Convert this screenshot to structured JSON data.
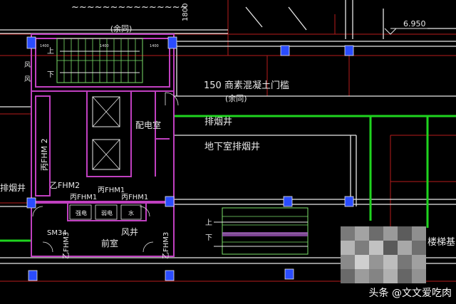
{
  "labels": {
    "top_elev": "6.950",
    "top_num": "1800",
    "beige_top": "(余同)",
    "door_desc": "150 商素混凝土门槛",
    "door_desc_same": "(余同)",
    "exhaust_shaft": "排烟井",
    "basement_shaft": "地下室排烟井",
    "power_room": "配电室",
    "left_shaft": "排烟井",
    "fhm2_vert": "丙FHM 2",
    "fhm2_b": "乙FHM2",
    "fhm1_a": "丙FHM1",
    "fhm1_b": "丙FHM1",
    "fhm1_c": "丙FHM1",
    "strong_elec": "强电",
    "weak_elec": "弱电",
    "water": "水",
    "sm34": "SM34",
    "front_room": "前室",
    "wind_shaft": "风井",
    "fhm3_left": "乙FHM3",
    "fhm3_right": "乙FHM3",
    "stair_up": "上",
    "stair_down": "下",
    "stair2_up": "上",
    "stair2_down": "下",
    "right_partial": "楼梯基",
    "left_partial_a": "风",
    "left_partial_b": "风",
    "dim_1": "1400",
    "dim_2": "1400",
    "dim_3": "1400"
  },
  "watermark": "头条 @文文爱吃肉",
  "colors": {
    "background": "#000000",
    "wall_magenta": "#c040c0",
    "wall_white": "#e8e8e8",
    "green_line": "#1fd41f",
    "column_blue": "#2a4cff",
    "red_line": "#b81c1c",
    "stair_green": "#7ce06a"
  }
}
